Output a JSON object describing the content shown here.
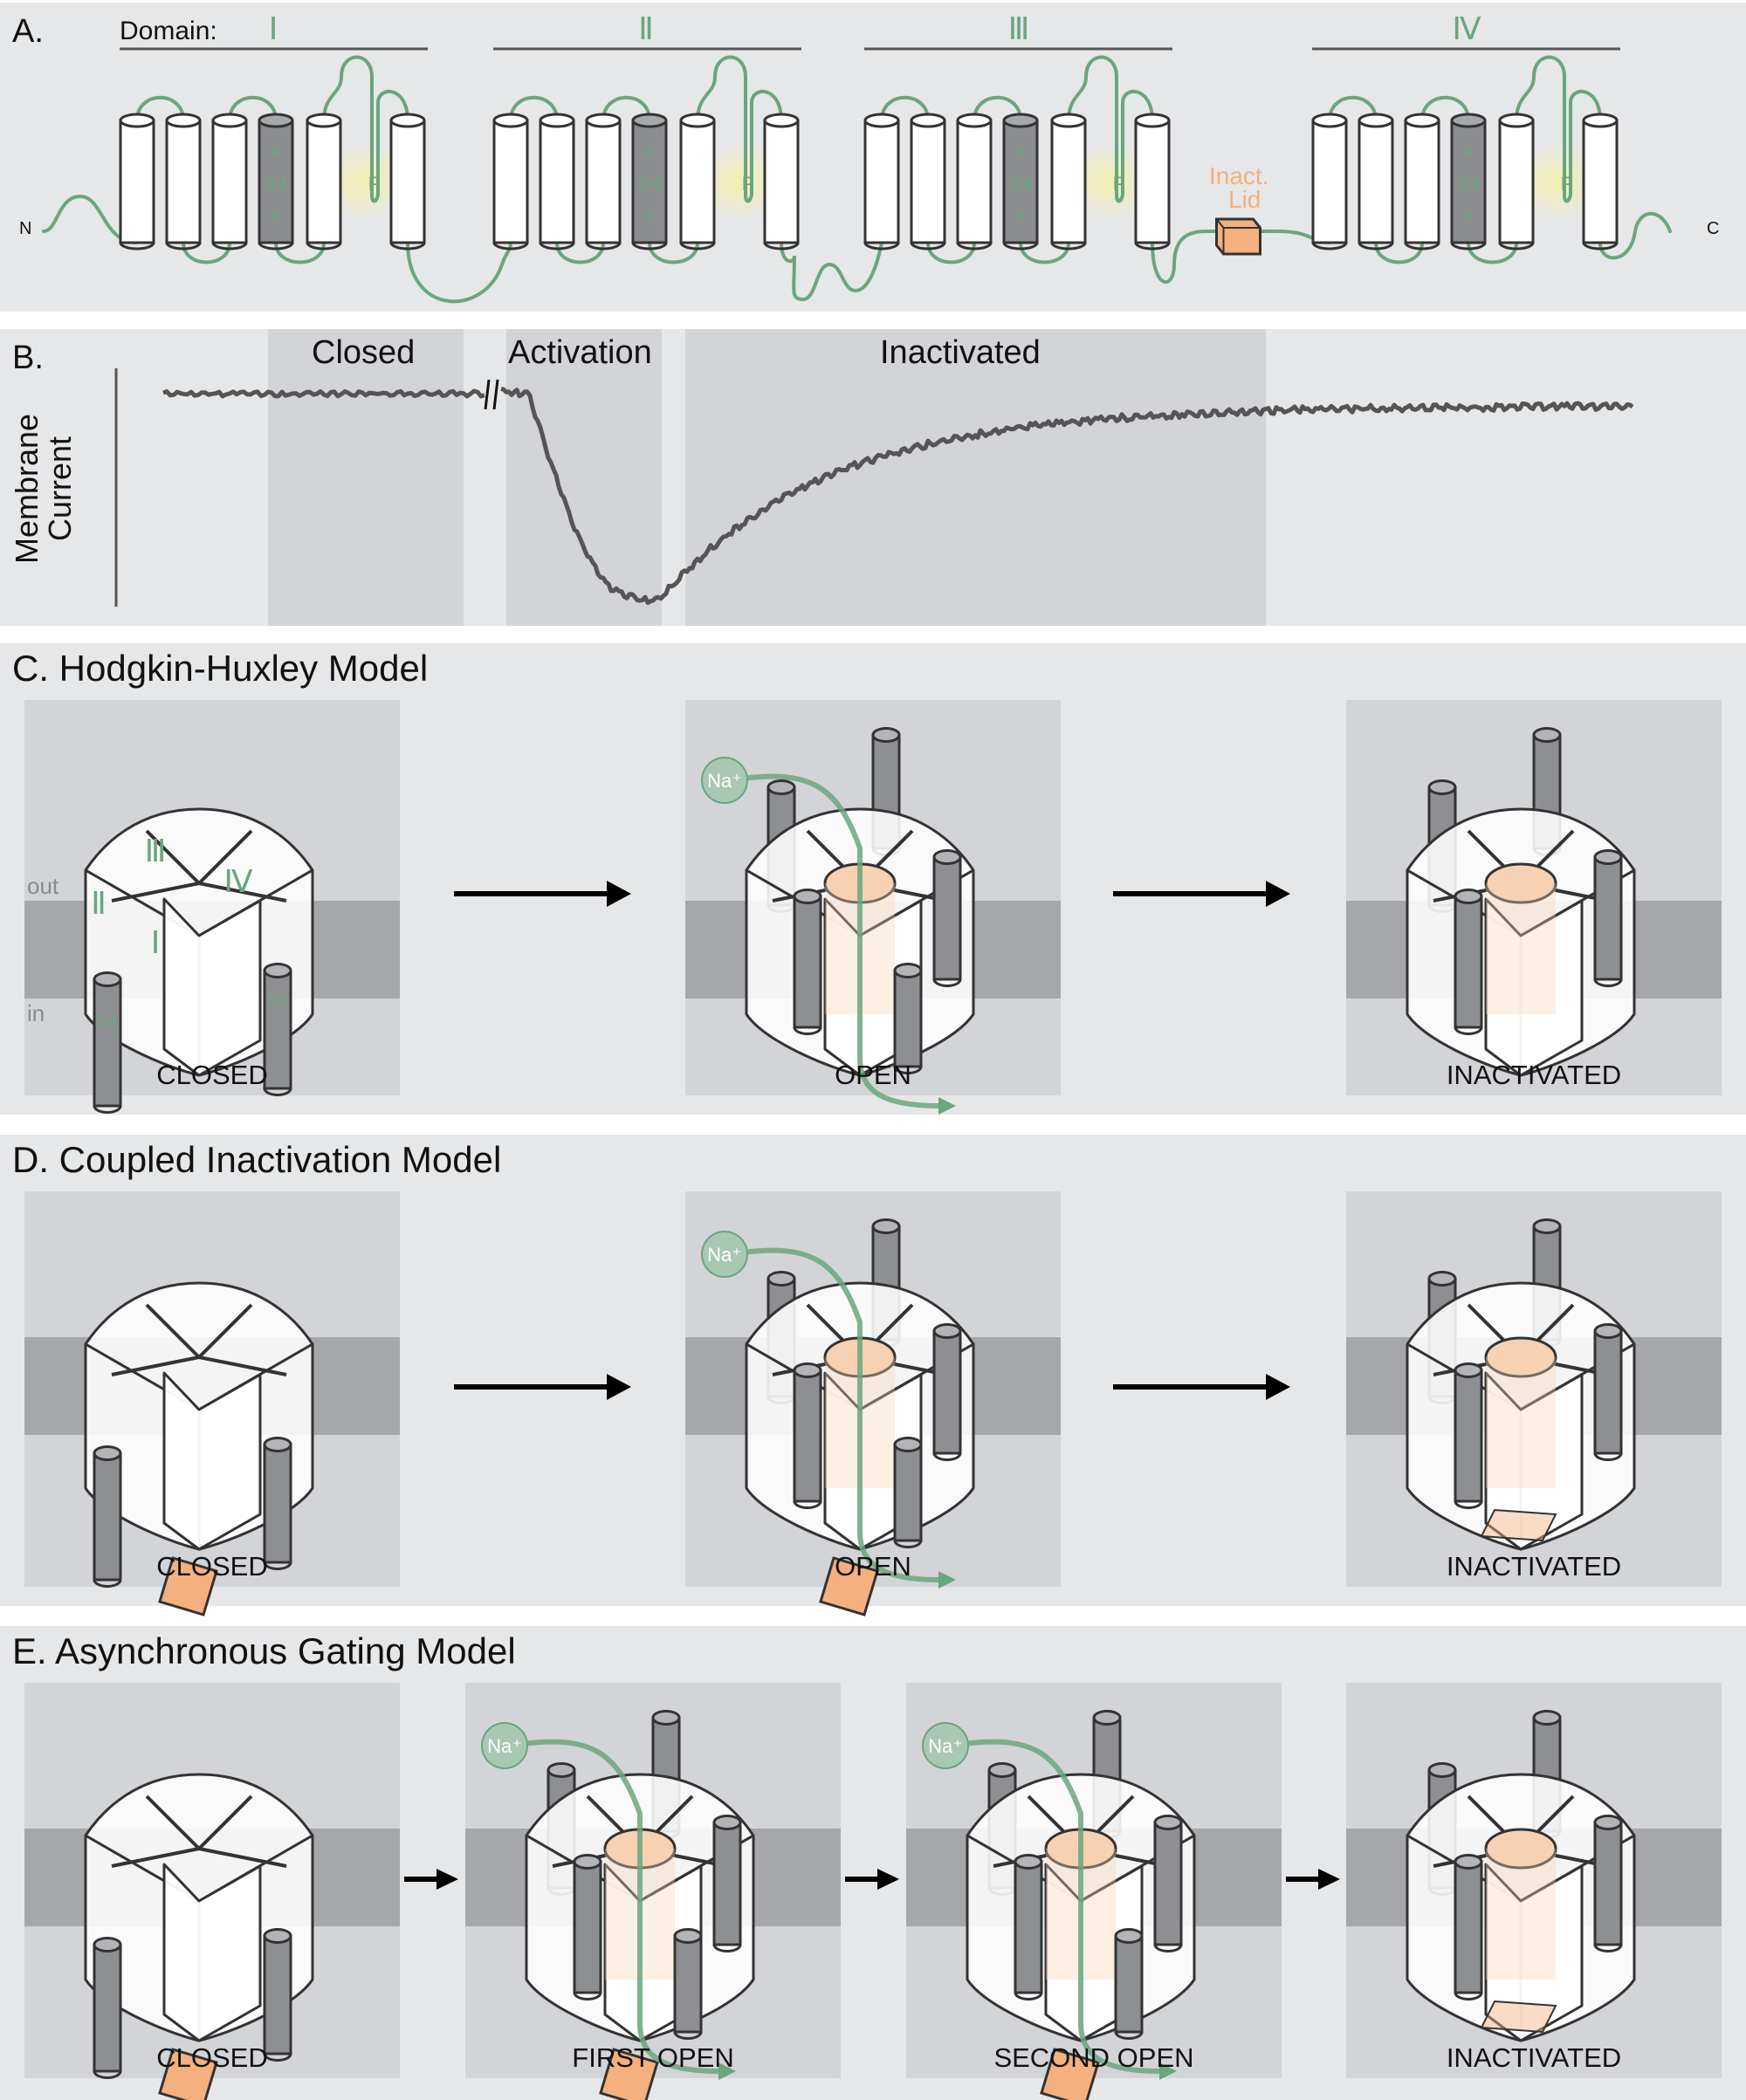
{
  "panel_a": {
    "label": "A.",
    "domain_label": "Domain:",
    "domains": [
      "Ⅰ",
      "Ⅱ",
      "Ⅲ",
      "Ⅳ"
    ],
    "s4_label": "S4",
    "plus": "+",
    "p_label": "P",
    "n_label": "N",
    "c_label": "C",
    "lid_label_1": "Inact.",
    "lid_label_2": "Lid"
  },
  "panel_b": {
    "label": "B.",
    "ylabel_1": "Membrane",
    "ylabel_2": "Current",
    "phase_closed": "Closed",
    "phase_activation": "Activation",
    "phase_inactivated": "Inactivated"
  },
  "panel_c": {
    "title": "C. Hodgkin-Huxley Model",
    "out_label": "out",
    "in_label": "in",
    "domains": [
      "Ⅰ",
      "Ⅱ",
      "Ⅲ",
      "Ⅳ"
    ],
    "s4_label": "S4",
    "states": [
      "CLOSED",
      "OPEN",
      "INACTIVATED"
    ],
    "ion": "Na⁺"
  },
  "panel_d": {
    "title": "D. Coupled Inactivation Model",
    "states": [
      "CLOSED",
      "OPEN",
      "INACTIVATED"
    ],
    "ion": "Na⁺"
  },
  "panel_e": {
    "title": "E. Asynchronous Gating Model",
    "states": [
      "CLOSED",
      "FIRST OPEN",
      "SECOND OPEN",
      "INACTIVATED"
    ],
    "ion": "Na⁺"
  },
  "colors": {
    "green": "#6aa67e",
    "orange": "#f4b07e",
    "helix_dark": "#8c8d90",
    "membrane": "#a6a7aa",
    "panel_bg": "#e6e7e9",
    "box_bg": "#d3d4d7"
  }
}
